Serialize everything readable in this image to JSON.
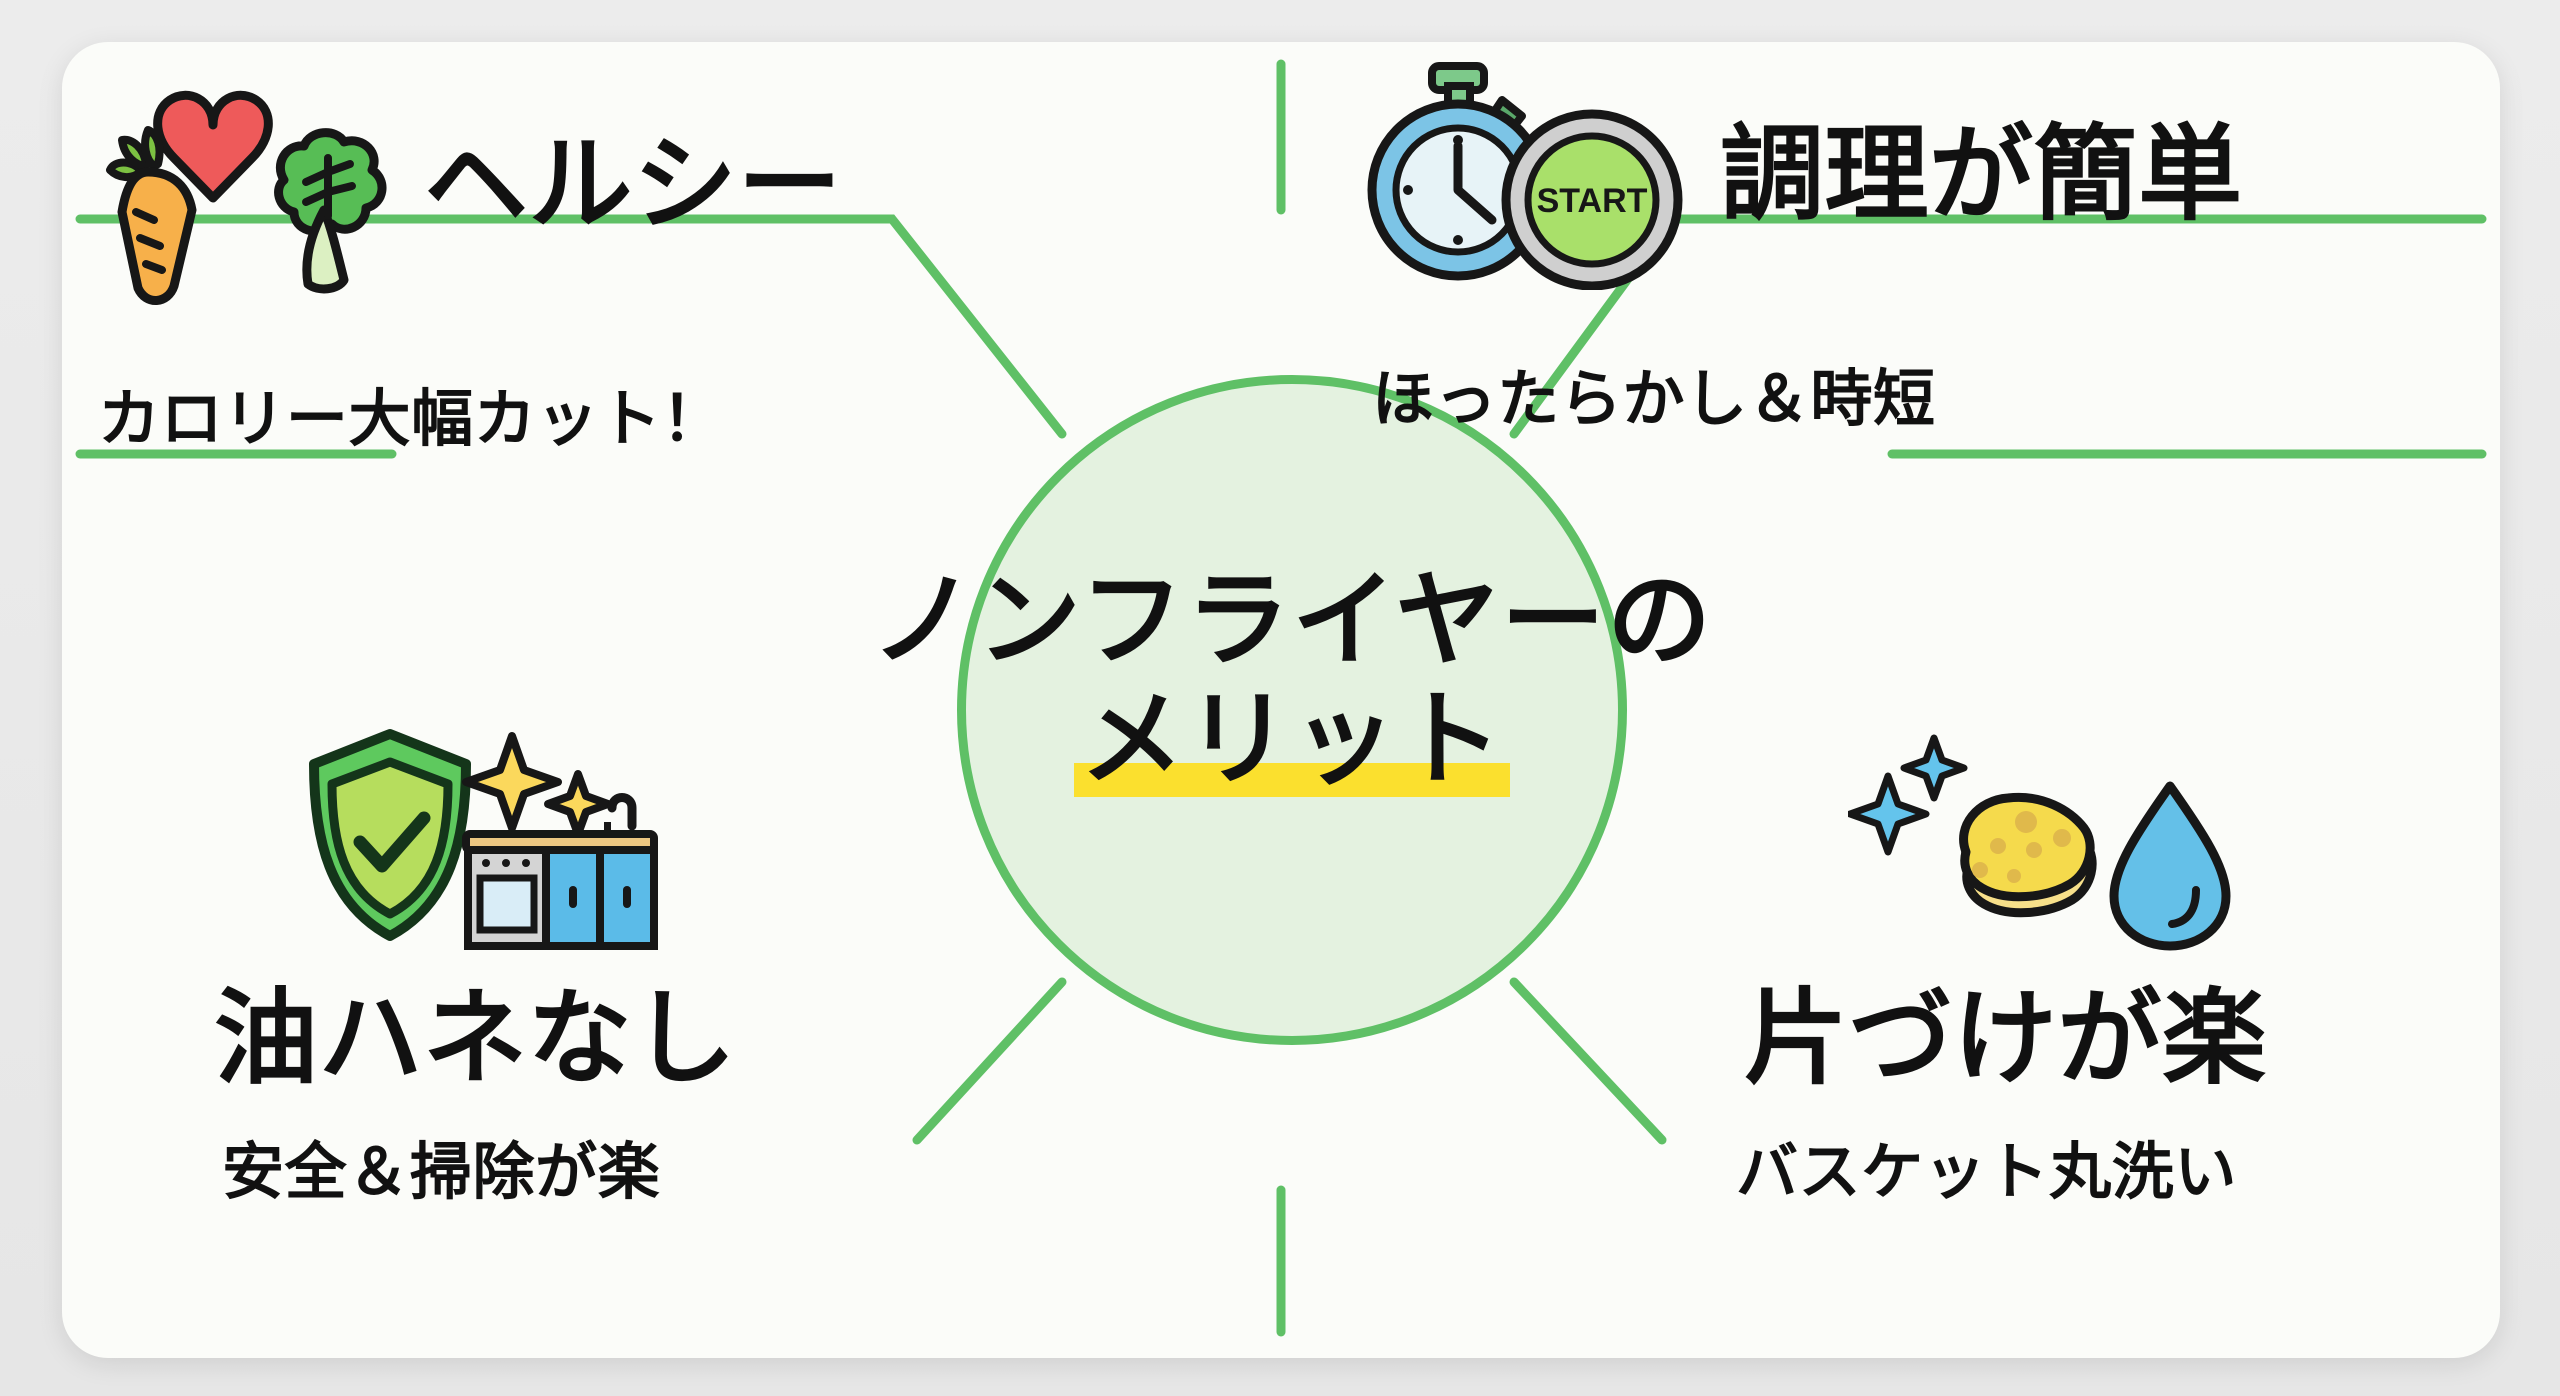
{
  "center": {
    "line1": "ノンフライヤーの",
    "line2": "メリット",
    "circle_fill": "#e4f2e0",
    "circle_stroke": "#5fc066"
  },
  "theme": {
    "highlight": "#fbe02e",
    "line_green": "#5fc066",
    "card_bg": "#fbfcf9",
    "page_bg": "#e8e8e8",
    "text": "#111111"
  },
  "quadrants": [
    {
      "id": "top-left",
      "title": "ヘルシー",
      "subtitle": "カロリー大幅カット！",
      "icons": [
        "heart-icon",
        "carrot-icon",
        "leafy-greens-icon"
      ]
    },
    {
      "id": "top-right",
      "title": "調理が簡単",
      "subtitle": "ほったらかし＆時短",
      "icons": [
        "stopwatch-icon",
        "start-button-icon"
      ],
      "start_label": "START"
    },
    {
      "id": "bottom-left",
      "title": "油ハネなし",
      "subtitle": "安全＆掃除が楽",
      "icons": [
        "shield-check-icon",
        "sparkle-icon",
        "kitchen-counter-icon"
      ]
    },
    {
      "id": "bottom-right",
      "title": "片づけが楽",
      "subtitle": "バスケット丸洗い",
      "icons": [
        "sparkle-icon",
        "sponge-icon",
        "water-drop-icon"
      ]
    }
  ]
}
